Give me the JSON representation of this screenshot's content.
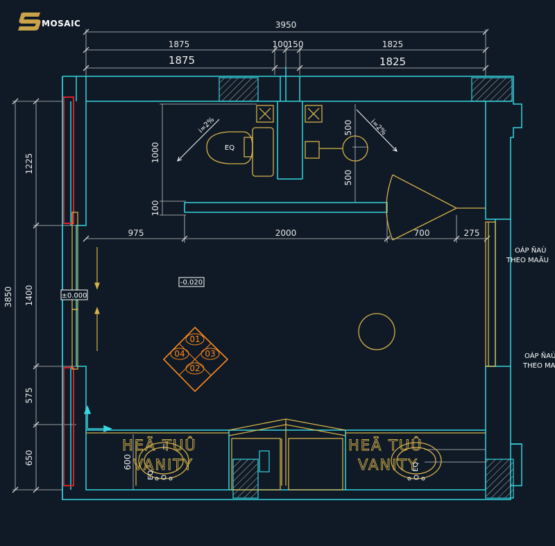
{
  "brand": {
    "logo_letter": "S",
    "name": "MOSAIC",
    "color": "#c9a24a"
  },
  "colors": {
    "background": "#0f1a26",
    "wall": "#37d6e0",
    "furniture": "#d8b24a",
    "dimension": "#e8e8e8",
    "door_red": "#d8202a",
    "tile": "#ff8a1c"
  },
  "dimensions": {
    "top_total": "3950",
    "top_left_small": "1875",
    "top_middle_a": "100",
    "top_middle_b": "150",
    "top_right_small": "1825",
    "top_left_large": "1875",
    "top_right_large": "1825",
    "left_total": "3850",
    "left_1": "1225",
    "left_2": "1400",
    "left_3": "575",
    "left_4": "650",
    "inner_1000": "1000",
    "inner_100": "100",
    "inner_500_top": "500",
    "inner_500_bottom": "500",
    "inner_600": "600",
    "row_975": "975",
    "row_2000": "2000",
    "row_700": "700",
    "row_275": "275"
  },
  "labels": {
    "slope_left": "i=2%",
    "slope_right": "i=2%",
    "toilet": "EQ",
    "level_room": "-0.020",
    "level_entry": "±0.000",
    "note_1_line1": "OÁP ÑAÙ",
    "note_1_line2": "THEO MAÃU",
    "note_2_line1": "OÁP ÑAÙ",
    "note_2_line2": "THEO MA",
    "vanity_left_1": "HEÄ TUÛ",
    "vanity_left_2": "VANITY",
    "vanity_right_1": "HEÄ TUÛ",
    "vanity_right_2": "VANITY",
    "sink_left": "EQ",
    "sink_right": "EQ"
  },
  "tiles": [
    "01",
    "02",
    "03",
    "04"
  ]
}
